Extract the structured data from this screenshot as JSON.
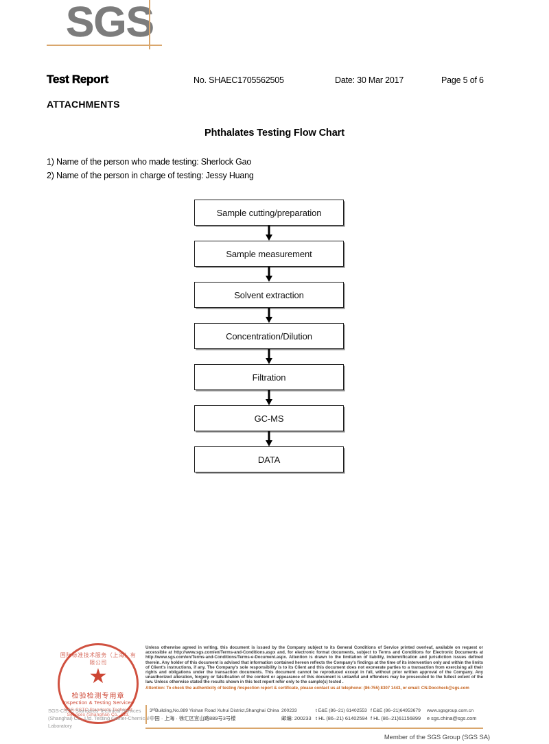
{
  "logo": {
    "text": "SGS",
    "accent_color": "#d9a66c",
    "logo_color": "#7c7c7c"
  },
  "header": {
    "title": "Test Report",
    "report_no": "No. SHAEC1705562505",
    "date": "Date: 30 Mar 2017",
    "page": "Page 5 of 6",
    "section": "ATTACHMENTS"
  },
  "body": {
    "flow_title": "Phthalates Testing Flow Chart",
    "note_1": "1) Name of the person who made testing: Sherlock Gao",
    "note_2": "2) Name of the person in charge of testing: Jessy Huang"
  },
  "chart_data": {
    "type": "diagram",
    "title": "Phthalates Testing Flow Chart",
    "orientation": "vertical",
    "steps": [
      "Sample cutting/preparation",
      "Sample measurement",
      "Solvent extraction",
      "Concentration/Dilution",
      "Filtration",
      "GC-MS",
      "DATA"
    ],
    "connectors": "down-arrow"
  },
  "footer": {
    "stamp": {
      "arc_cn": "国际标准技术服务（上海）有限公司",
      "arc_en": "SGS-CSTC Standards Technical Services (Shanghai) Co., Ltd.",
      "center_cn": "检验检测专用章",
      "center_en": "Inspection & Testing Services",
      "star": "★",
      "color": "#c8331f"
    },
    "lab_name": "SGS-CSTC Standards Technical Services (Shanghai) Co., Ltd. Testing Center-Chemical Laboratory",
    "terms": "Unless otherwise agreed in writing, this document is issued by the Company subject to its General Conditions of Service printed overleaf, available on request or accessible at http://www.sgs.com/en/Terms-and-Conditions.aspx and, for electronic format documents, subject to Terms and Conditions for Electronic Documents at http://www.sgs.com/en/Terms-and-Conditions/Terms-e-Document.aspx. Attention is drawn to the limitation of liability, indemnification and jurisdiction issues defined therein. Any holder of this document is advised that information contained hereon reflects the Company's findings at the time of its intervention only and within the limits of Client's instructions, if any. The Company's sole responsibility is to its Client and this document does not exonerate parties to a transaction from exercising all their rights and obligations under the transaction documents. This document cannot be reproduced except in full, without prior written approval of the Company. Any unauthorized alteration, forgery or falsification of the content or appearance of this document is unlawful and offenders may be prosecuted to the fullest extent of the law. Unless otherwise stated the results shown in this test report refer only to the sample(s) tested .",
    "attention": "Attention: To check the authenticity of testing /inspection report & certificate, please contact us at telephone: (86-755) 8307 1443, or email: CN.Doccheck@sgs.com",
    "address_en": "3ʳᵈBuilding,No.889 Yishan Road Xuhui District,Shanghai China",
    "zip_en": "200233",
    "tel_en_1": "t E&E (86–21) 61402553",
    "tel_en_2": "f E&E (86–21)64953679",
    "web": "www.sgsgroup.com.cn",
    "address_cn": "中国 · 上海 · 徐汇区宜山路889号3号楼",
    "zip_cn": "邮编: 200233",
    "tel_cn_1": "t HL (86–21) 61402594",
    "tel_cn_2": "f HL (86–21)61156899",
    "email": "e sgs.china@sgs.com",
    "member": "Member of the SGS Group (SGS SA)"
  }
}
